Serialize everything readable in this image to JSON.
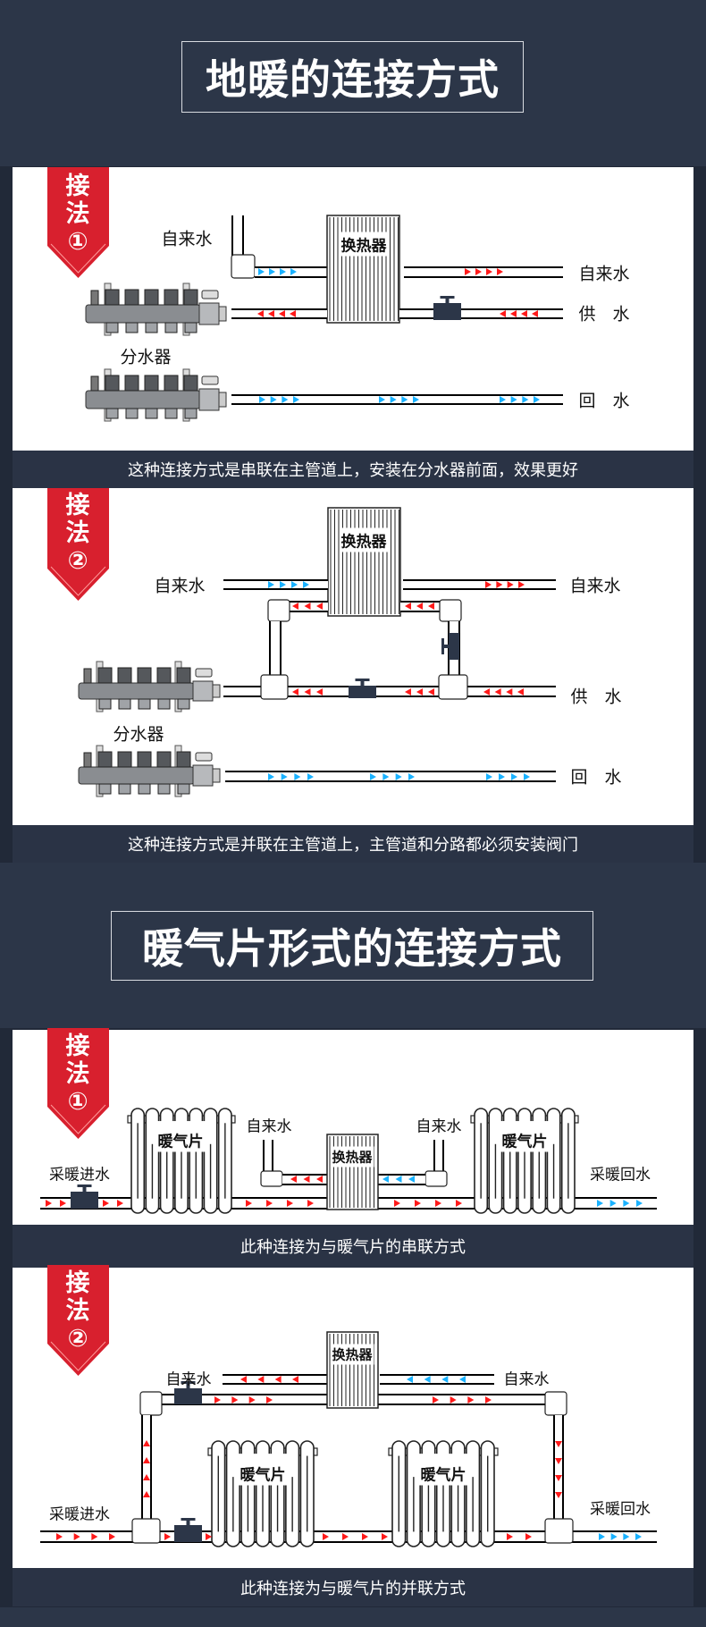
{
  "section1": {
    "title": "地暖的连接方式"
  },
  "section2": {
    "title": "暖气片形式的连接方式"
  },
  "panels": [
    {
      "ribbon": [
        "接",
        "法",
        "①"
      ],
      "labels": {
        "tap_in": "自来水",
        "tap_out": "自来水",
        "exchanger": "换热器",
        "supply": "供　水",
        "return": "回　水",
        "manifold": "分水器"
      },
      "caption": "这种连接方式是串联在主管道上，安装在分水器前面，效果更好"
    },
    {
      "ribbon": [
        "接",
        "法",
        "②"
      ],
      "labels": {
        "tap_in": "自来水",
        "tap_out": "自来水",
        "exchanger": "换热器",
        "supply": "供　水",
        "return": "回　水",
        "manifold": "分水器"
      },
      "caption": "这种连接方式是并联在主管道上，主管道和分路都必须安装阀门"
    },
    {
      "ribbon": [
        "接",
        "法",
        "①"
      ],
      "labels": {
        "heating_in": "采暖进水",
        "heating_out": "采暖回水",
        "tap_left": "自来水",
        "tap_right": "自来水",
        "exchanger": "换热器",
        "radiator_left": "暖气片",
        "radiator_right": "暖气片"
      },
      "caption": "此种连接为与暖气片的串联方式"
    },
    {
      "ribbon": [
        "接",
        "法",
        "②"
      ],
      "labels": {
        "heating_in": "采暖进水",
        "heating_out": "采暖回水",
        "tap_left": "自来水",
        "tap_right": "自来水",
        "exchanger": "换热器",
        "radiator_left": "暖气片",
        "radiator_right": "暖气片"
      },
      "caption": "此种连接为与暖气片的并联方式"
    }
  ],
  "colors": {
    "background": "#2c3648",
    "hot_arrow": "#ff1a1a",
    "cold_arrow": "#1ab2ff",
    "ribbon": "#d8202e",
    "valve": "#2c3648"
  }
}
